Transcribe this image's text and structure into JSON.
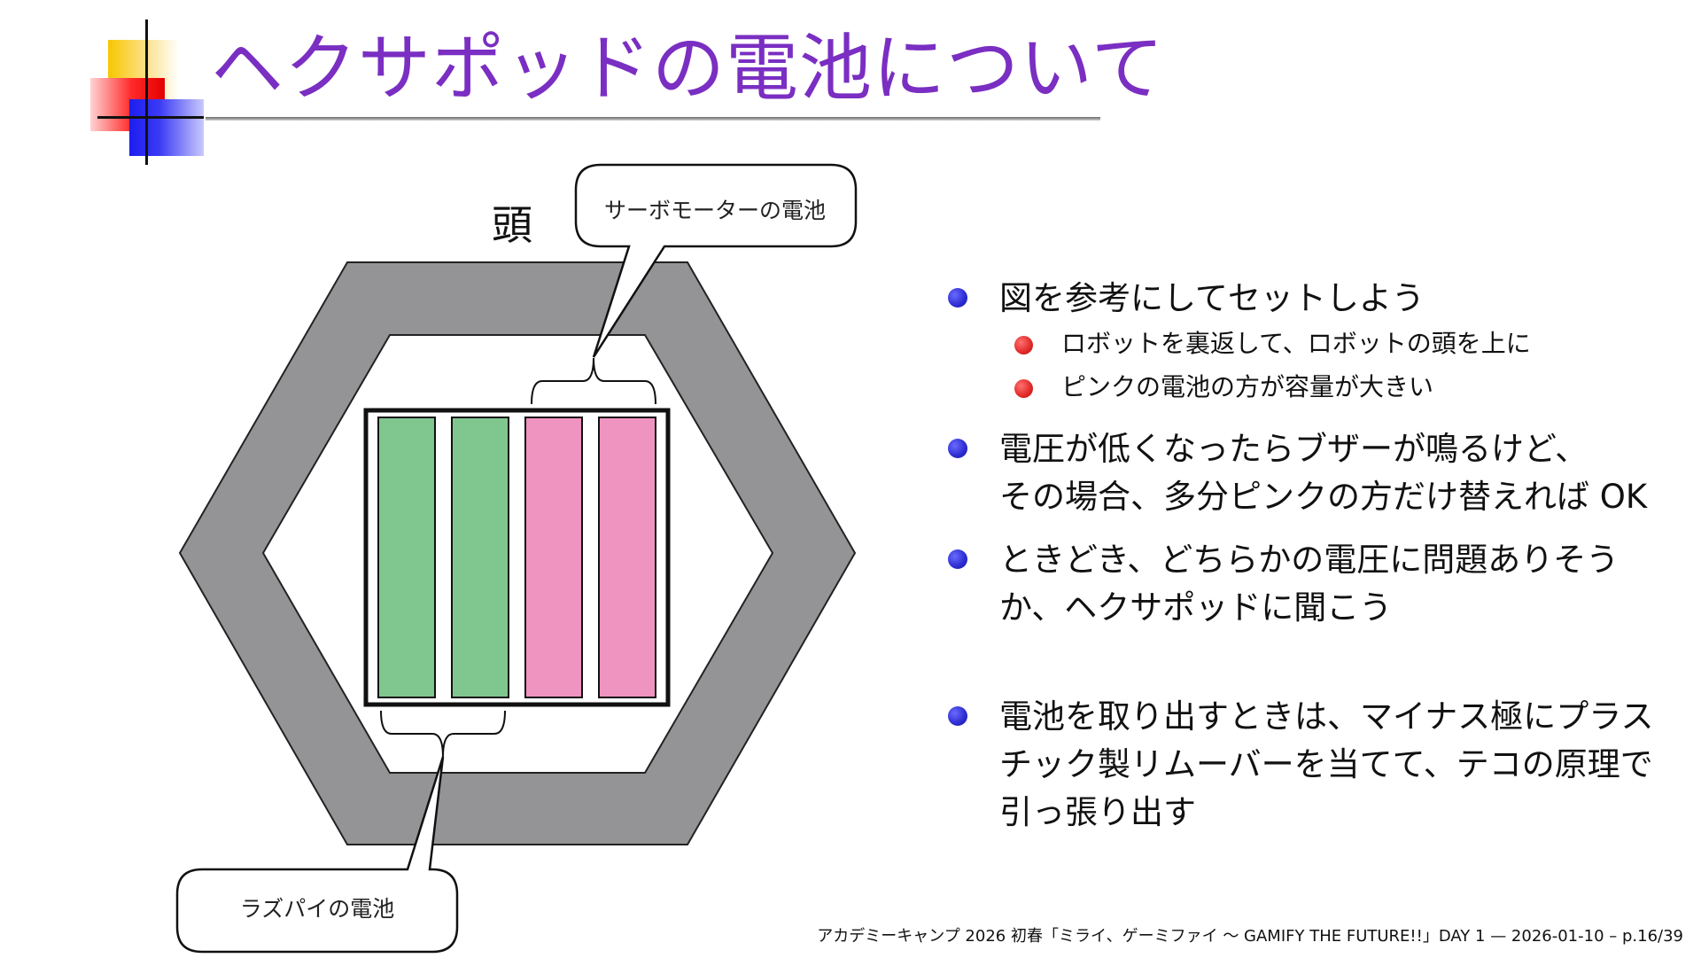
{
  "slide": {
    "title": "ヘクサポッドの電池について",
    "footer": "アカデミーキャンプ 2026 初春「ミライ、ゲーミファイ ～ GAMIFY THE FUTURE!!」DAY 1 — 2026-01-10 – p.16/39"
  },
  "diagram": {
    "head_label": "頭",
    "callout_servo": "サーボモーターの電池",
    "callout_pi": "ラズパイの電池",
    "colors": {
      "hex_frame": "#949497",
      "green_battery": "#80c68f",
      "pink_battery": "#ef93c0",
      "outline": "#111111"
    }
  },
  "bullets": {
    "b1": "図を参考にしてセットしよう",
    "b1_sub1": "ロボットを裏返して、ロボットの頭を上に",
    "b1_sub2": "ピンクの電池の方が容量が大きい",
    "b2_line1": "電圧が低くなったらブザーが鳴るけど、",
    "b2_line2": "その場合、多分ピンクの方だけ替えれば OK",
    "b3_line1": "ときどき、どちらかの電圧に問題ありそう",
    "b3_line2": "か、ヘクサポッドに聞こう",
    "b4_line1": "電池を取り出すときは、マイナス極にプラス",
    "b4_line2": "チック製リムーバーを当てて、テコの原理で",
    "b4_line3": "引っ張り出す"
  },
  "colors": {
    "title": "#7a2ec2",
    "bullet_blue": "#2b2bd0",
    "bullet_red": "#e12828"
  }
}
